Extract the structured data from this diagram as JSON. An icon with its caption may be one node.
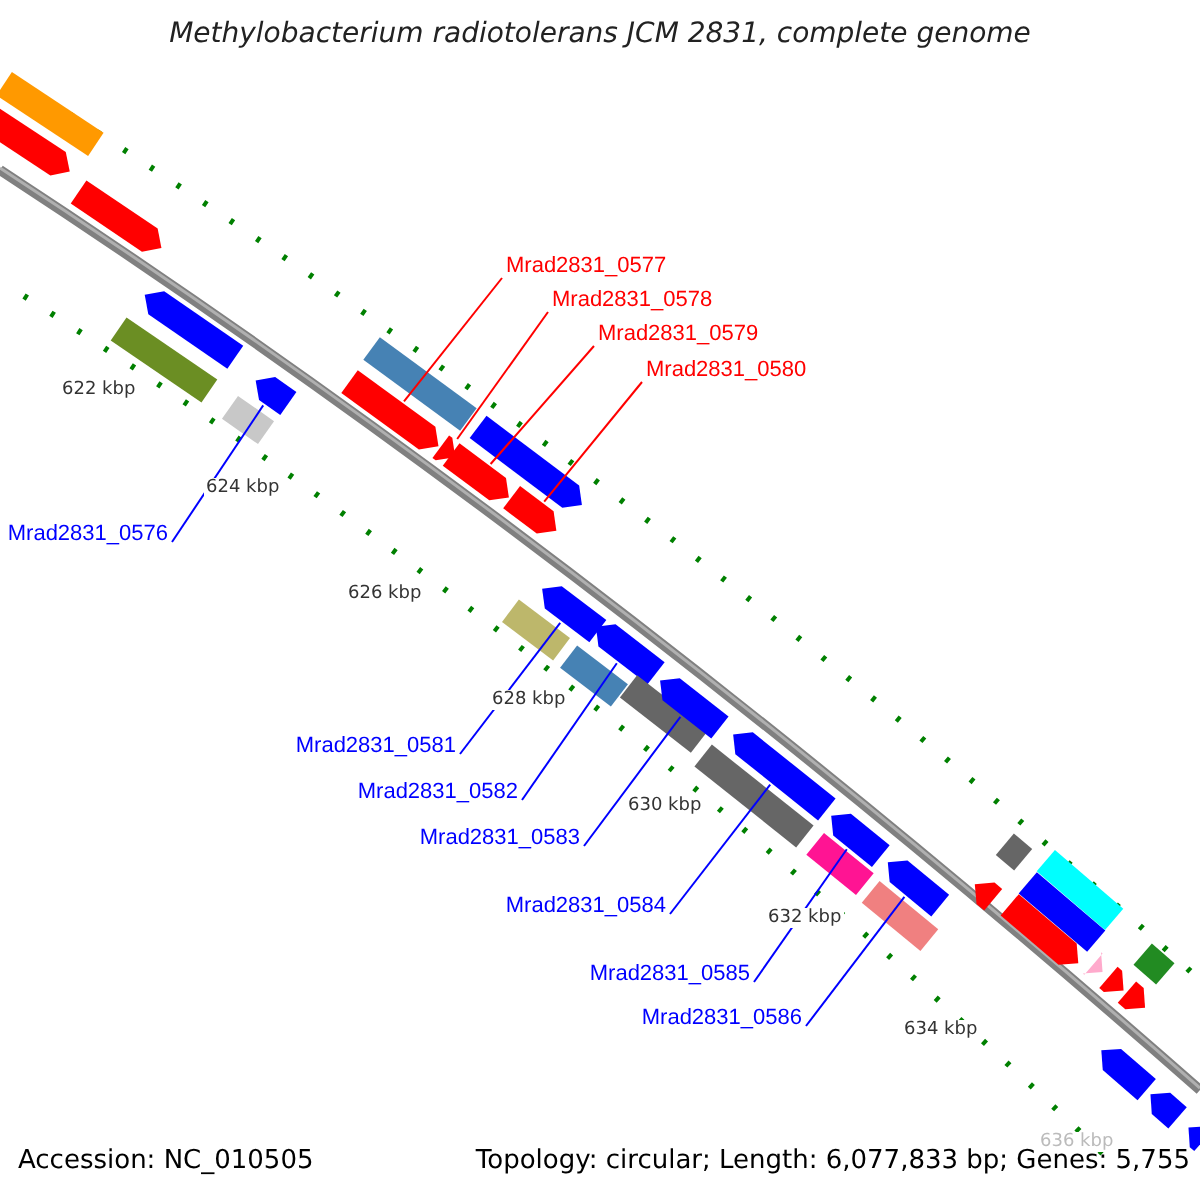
{
  "diagram": {
    "title": "Methylobacterium radiotolerans JCM 2831, complete genome",
    "nodes": [
      {
        "text": [
          "Mrad2831_0577"
        ]
      },
      {
        "text": [
          "Mrad2831_0578"
        ]
      },
      {
        "text": [
          "Mrad2831_0579"
        ]
      },
      {
        "text": [
          "Mrad2831_0580"
        ]
      },
      {
        "text": [
          "Mrad2831_0576"
        ]
      },
      {
        "text": [
          "Mrad2831_0581"
        ]
      },
      {
        "text": [
          "Mrad2831_0582"
        ]
      },
      {
        "text": [
          "Mrad2831_0583"
        ]
      },
      {
        "text": [
          "Mrad2831_0584"
        ]
      },
      {
        "text": [
          "Mrad2831_0585"
        ]
      },
      {
        "text": [
          "Mrad2831_0586"
        ]
      },
      {
        "text": [],
        "shape": "bar"
      },
      {
        "text": [],
        "shape": "bar"
      },
      {
        "text": [],
        "shape": "bar"
      },
      {
        "text": [],
        "shape": "bar"
      },
      {
        "text": [],
        "shape": "bar"
      },
      {
        "text": [],
        "shape": "bar"
      },
      {
        "text": [],
        "shape": "bar"
      },
      {
        "text": [],
        "shape": "bar"
      },
      {
        "text": [],
        "shape": "bar"
      },
      {
        "text": [],
        "shape": "bar"
      },
      {
        "text": [],
        "shape": "bar"
      },
      {
        "text": [],
        "shape": "bar"
      },
      {
        "text": [],
        "shape": "bar"
      },
      {
        "text": [],
        "shape": "bar"
      },
      {
        "text": [],
        "shape": "bar"
      },
      {
        "text": [],
        "shape": "bar"
      },
      {
        "text": [],
        "shape": "bar"
      },
      {
        "text": [],
        "shape": "bar"
      },
      {
        "text": [],
        "shape": "bar"
      },
      {
        "text": [],
        "shape": "bar"
      },
      {
        "text": [],
        "shape": "bar"
      },
      {
        "text": [],
        "shape": "bar"
      },
      {
        "text": [],
        "shape": "bar"
      },
      {
        "text": [],
        "shape": "bar"
      },
      {
        "text": [],
        "shape": "bar"
      },
      {
        "text": [],
        "shape": "bar"
      },
      {
        "text": [],
        "shape": "bar"
      },
      {
        "text": [],
        "shape": "bar"
      },
      {
        "text": [],
        "shape": "bar"
      },
      {
        "text": [],
        "shape": "bar"
      },
      {
        "text": [],
        "shape": "bar"
      },
      {
        "text": [],
        "shape": "bar"
      },
      {
        "text": [],
        "shape": "bar"
      },
      {
        "text": [],
        "shape": "bar"
      },
      {
        "text": [],
        "shape": "bar"
      },
      {
        "text": [],
        "shape": "bar"
      },
      {
        "text": [],
        "shape": "bar"
      }
    ],
    "edges": [
      {
        "from": 0,
        "to": 18,
        "arrow": "none",
        "color": "#ff0000"
      },
      {
        "from": 1,
        "to": 20,
        "arrow": "none",
        "color": "#ff0000"
      },
      {
        "from": 2,
        "to": 21,
        "arrow": "none",
        "color": "#ff0000"
      },
      {
        "from": 3,
        "to": 23,
        "arrow": "none",
        "color": "#ff0000"
      },
      {
        "from": 4,
        "to": 17,
        "arrow": "none"
      },
      {
        "from": 5,
        "to": 25,
        "arrow": "none"
      },
      {
        "from": 6,
        "to": 27,
        "arrow": "none"
      },
      {
        "from": 7,
        "to": 29,
        "arrow": "none"
      },
      {
        "from": 8,
        "to": 31,
        "arrow": "none"
      },
      {
        "from": 9,
        "to": 33,
        "arrow": "none"
      },
      {
        "from": 10,
        "to": 35,
        "arrow": "none"
      }
    ],
    "labels": [
      "622 kbp",
      "624 kbp",
      "626 kbp",
      "628 kbp",
      "630 kbp",
      "632 kbp",
      "634 kbp",
      "636 kbp",
      "Accession: NC_010505",
      "Topology: circular; Length: 6,077,833 bp; Genes: 5,755"
    ]
  }
}
